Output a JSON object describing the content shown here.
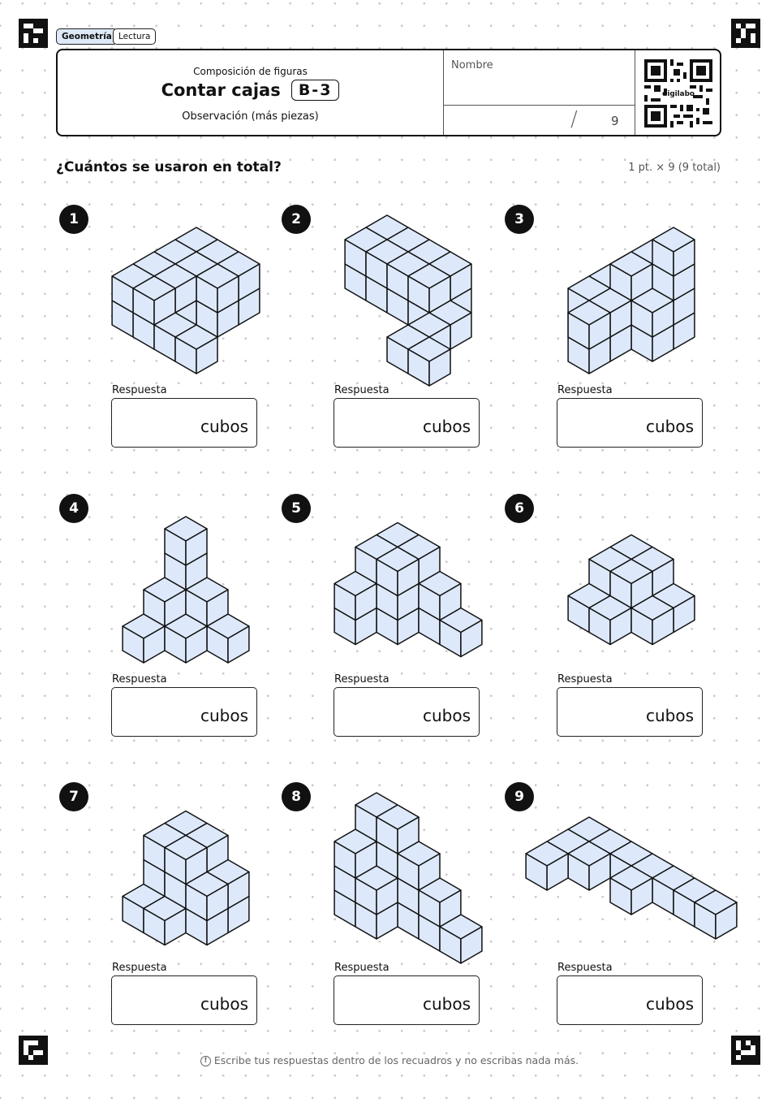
{
  "tags": [
    {
      "label": "Geometría",
      "active": true
    },
    {
      "label": "Lectura",
      "active": false
    }
  ],
  "header": {
    "subtitle": "Composición de figuras",
    "title": "Contar cajas",
    "code": "B-3",
    "description": "Observación (más piezas)",
    "name_label": "Nombre",
    "score_total": "9",
    "qr_brand": "digilabo"
  },
  "question": "¿Cuántos se usaron en total?",
  "points": "1 pt. × 9 (9 total)",
  "answer_label": "Respuesta",
  "unit": "cubos",
  "problems": [
    {
      "number": "1"
    },
    {
      "number": "2"
    },
    {
      "number": "3"
    },
    {
      "number": "4"
    },
    {
      "number": "5"
    },
    {
      "number": "6"
    },
    {
      "number": "7"
    },
    {
      "number": "8"
    },
    {
      "number": "9"
    }
  ],
  "colors": {
    "cube_fill": "#dde9fb",
    "cube_edge": "#111111",
    "cube_inner": "#9fb3cc",
    "tag_active": "#dde9f6"
  },
  "footer": "Escribe tus respuestas dentro de los recuadros y no escribas nada más."
}
